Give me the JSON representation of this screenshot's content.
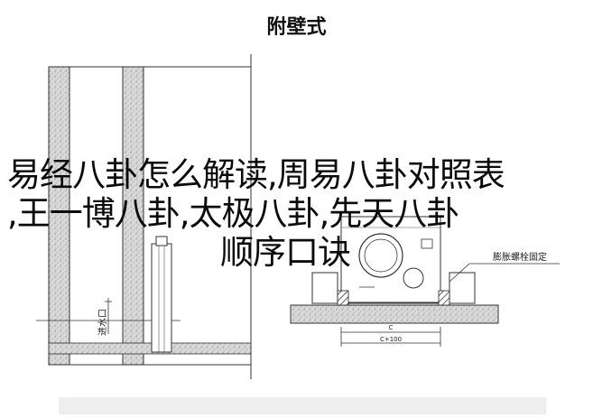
{
  "diagram": {
    "title": "附壁式",
    "anchor_bolt_label": "膨胀螺栓固定",
    "inlet_label": "进水口",
    "dim_c": "C",
    "dim_c100": "C+100"
  },
  "overlay_text": {
    "line1": "易经八卦怎么解读,周易八卦对照表",
    "line2": ",王一博八卦,太极八卦,先天八卦",
    "line3": "顺序口诀"
  }
}
